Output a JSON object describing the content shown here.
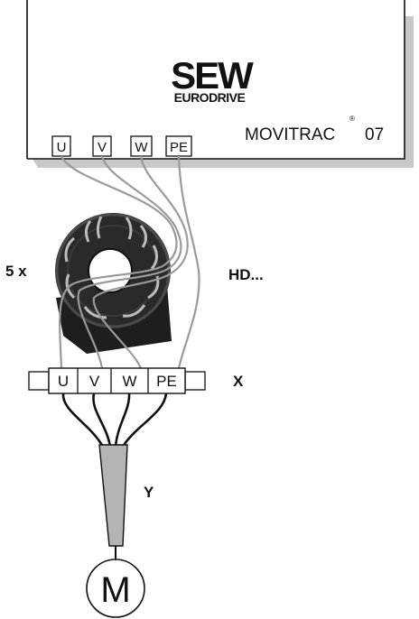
{
  "device": {
    "brand_main": "SEW",
    "brand_sub": "EURODRIVE",
    "model": "MOVITRAC",
    "registered": "®",
    "model_suffix": "07",
    "terminals": [
      "U",
      "V",
      "W",
      "PE"
    ]
  },
  "ferrite": {
    "count_label": "5 x",
    "type_label": "HD..."
  },
  "terminal_block": {
    "terminals": [
      "U",
      "V",
      "W",
      "PE"
    ],
    "label": "X"
  },
  "cable": {
    "label": "Y"
  },
  "motor": {
    "label": "M"
  },
  "colors": {
    "line": "#111111",
    "wire": "#9a9a9a",
    "shadow": "#c8c8c8",
    "core": "#2a2a2a",
    "cable": "#b4b4b4"
  }
}
